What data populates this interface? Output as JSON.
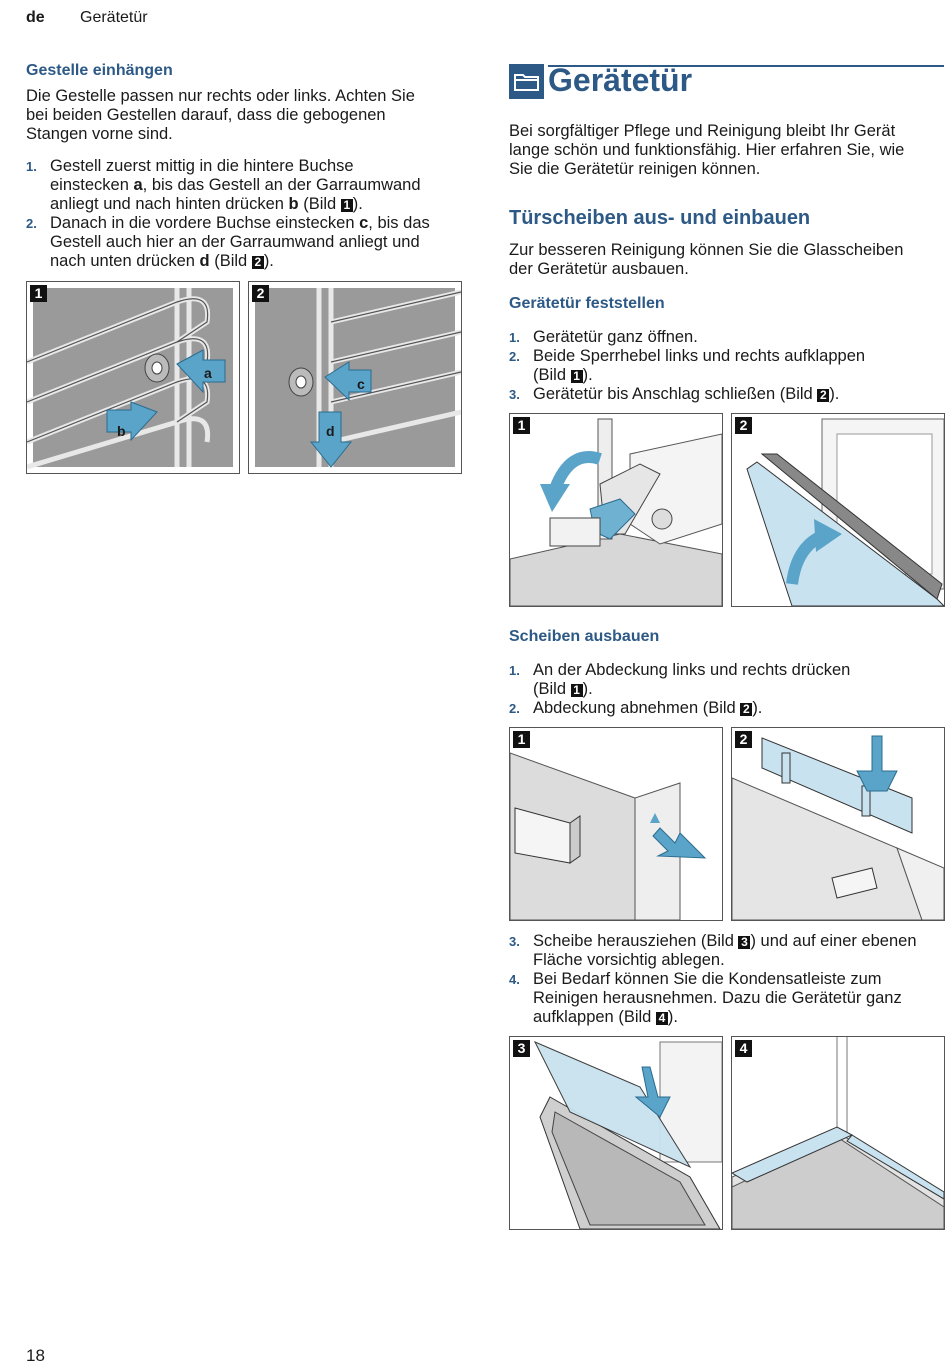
{
  "header": {
    "lang": "de",
    "section": "Gerätetür"
  },
  "left": {
    "heading": "Gestelle einhängen",
    "intro": [
      "Die Gestelle passen nur rechts oder links. Achten Sie",
      "bei beiden Gestellen darauf, dass die gebogenen",
      "Stangen vorne sind."
    ],
    "step1": {
      "num": "1.",
      "l1": "Gestell zuerst mittig in die hintere Buchse",
      "l2a": "einstecken ",
      "l2b": "a",
      "l2c": ", bis das Gestell an der Garraumwand",
      "l3a": "anliegt und nach hinten drücken ",
      "l3b": "b",
      "l3c": " (Bild ",
      "l3d": "1",
      "l3e": ")."
    },
    "step2": {
      "num": "2.",
      "l1a": "Danach in die vordere Buchse einstecken ",
      "l1b": "c",
      "l1c": ", bis das",
      "l2": "Gestell auch hier an der Garraumwand anliegt und",
      "l3a": "nach unten drücken ",
      "l3b": "d",
      "l3c": " (Bild ",
      "l3d": "2",
      "l3e": ")."
    },
    "fig1": {
      "badge": "1",
      "a": "a",
      "b": "b"
    },
    "fig2": {
      "badge": "2",
      "c": "c",
      "d": "d"
    }
  },
  "right": {
    "title": "Gerätetür",
    "intro": [
      " Bei sorgfältiger Pflege und Reinigung bleibt Ihr Gerät",
      "lange schön und funktionsfähig. Hier erfahren Sie, wie",
      "Sie die Gerätetür reinigen können."
    ],
    "h2": "Türscheiben aus- und einbauen",
    "h2_text": [
      "Zur besseren Reinigung können Sie die Glasscheiben",
      "der Gerätetür ausbauen."
    ],
    "sub1": "Gerätetür feststellen",
    "steps1": [
      {
        "num": "1.",
        "text": "Gerätetür ganz öffnen."
      },
      {
        "num": "2.",
        "text": "Beide Sperrhebel links und rechts aufklappen",
        "text2a": "(Bild ",
        "text2b": "1",
        "text2c": ")."
      },
      {
        "num": "3.",
        "texta": "Gerätetür bis Anschlag schließen (Bild ",
        "textb": "2",
        "textc": ")."
      }
    ],
    "sub2": "Scheiben ausbauen",
    "steps2": [
      {
        "num": "1.",
        "text": "An der Abdeckung links und rechts drücken",
        "text2a": "(Bild ",
        "text2b": "1",
        "text2c": ")."
      },
      {
        "num": "2.",
        "texta": "Abdeckung abnehmen (Bild ",
        "textb": "2",
        "textc": ")."
      }
    ],
    "steps3": [
      {
        "num": "3.",
        "texta": "Scheibe herausziehen (Bild ",
        "textb": "3",
        "textc": ") und auf einer ebenen",
        "text2": "Fläche vorsichtig ablegen."
      },
      {
        "num": "4.",
        "text": "Bei Bedarf können Sie die Kondensatleiste zum",
        "text2": "Reinigen herausnehmen. Dazu die Gerätetür ganz",
        "text3a": "aufklappen (Bild ",
        "text3b": "4",
        "text3c": ")."
      }
    ],
    "badges": {
      "f1": "1",
      "f2": "2",
      "f3": "1",
      "f4": "2",
      "f5": "3",
      "f6": "4"
    }
  },
  "footer": {
    "page": "18"
  },
  "colors": {
    "accent": "#2d5986",
    "arrow": "#5aa3c9",
    "glass": "#b9d9ea"
  }
}
